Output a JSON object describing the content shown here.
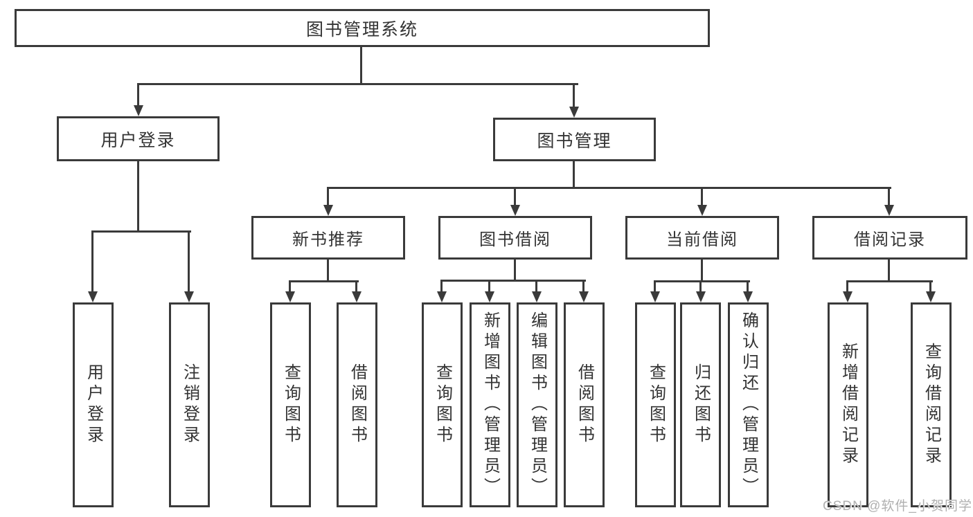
{
  "diagram": {
    "root": "图书管理系统",
    "level2": {
      "user_login": "用户登录",
      "book_management": "图书管理"
    },
    "level3": {
      "new_book_recommend": "新书推荐",
      "book_borrow": "图书借阅",
      "current_borrow": "当前借阅",
      "borrow_record": "借阅记录"
    },
    "leaves": {
      "user_login": "用户登录",
      "logout": "注销登录",
      "nb_query_book": "查询图书",
      "nb_borrow_book": "借阅图书",
      "bb_query_book": "查询图书",
      "bb_add_book": "新增图书（管理员）",
      "bb_edit_book": "编辑图书（管理员）",
      "bb_borrow_book": "借阅图书",
      "cb_query_book": "查询图书",
      "cb_return_book": "归还图书",
      "cb_confirm_return": "确认归还（管理员）",
      "br_add_record": "新增借阅记录",
      "br_query_record": "查询借阅记录"
    }
  },
  "watermark": "CSDN @软件_小贺同学",
  "colors": {
    "line": "#3a3a3a",
    "text": "#333333",
    "watermark": "#b0b0b0",
    "background": "#ffffff"
  }
}
